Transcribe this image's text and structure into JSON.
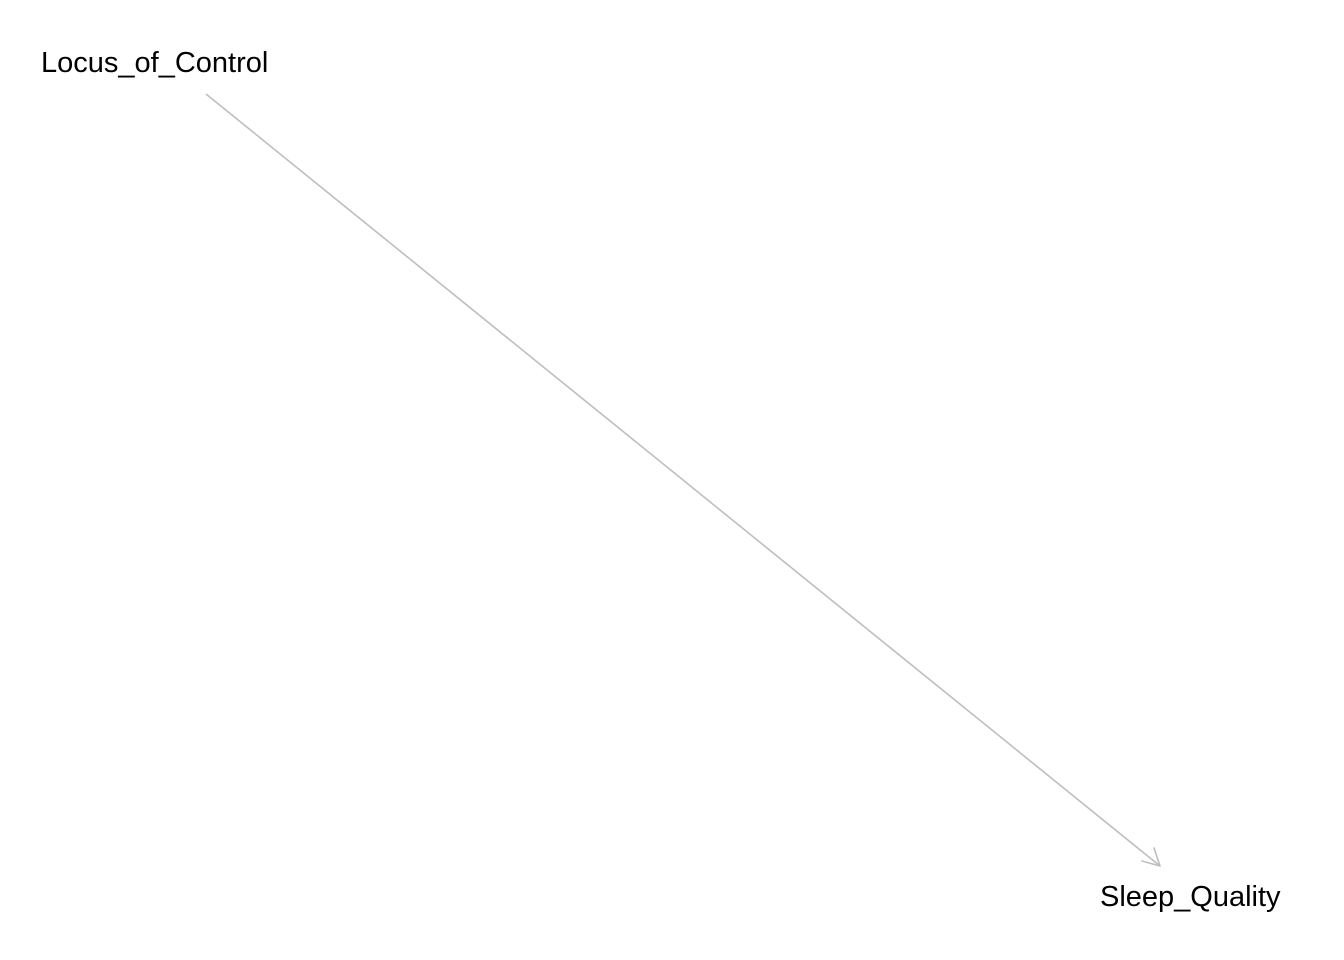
{
  "nodes": [
    {
      "id": "locus",
      "label": "Locus_of_Control"
    },
    {
      "id": "sleep",
      "label": "Sleep_Quality"
    }
  ],
  "edges": [
    {
      "from": "locus",
      "to": "sleep",
      "directed": true
    }
  ],
  "colors": {
    "background": "#ffffff",
    "edge": "#bebebe",
    "label": "#000000"
  }
}
